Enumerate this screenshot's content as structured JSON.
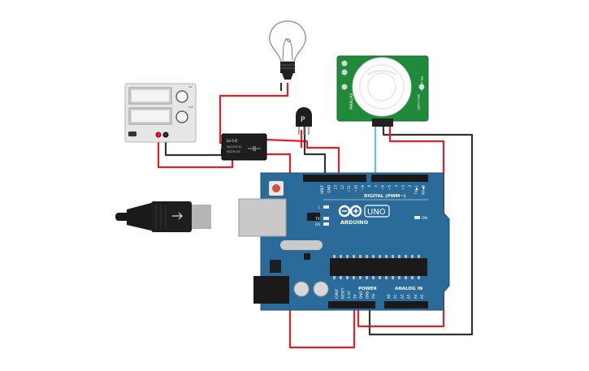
{
  "relay": {
    "model": "LU-5-R",
    "spec1": "5A/125V AC",
    "spec2": "5A/24V DC"
  },
  "transistor": {
    "label": "P"
  },
  "pir": {
    "name": "PIR Sensor",
    "part": "SEN-13285",
    "brand": "PARALLAX"
  },
  "arduino": {
    "brand": "ARDUINO",
    "model": "UNO",
    "digital_label": "DIGITAL (PWM~)",
    "power_label": "POWER",
    "analog_label": "ANALOG IN",
    "on_label": "ON",
    "led_labels": [
      "L",
      "TX",
      "RX"
    ],
    "top_pins": [
      "AREF",
      "GND",
      "13",
      "12",
      "~11",
      "~10",
      "~9",
      "8",
      "7",
      "~6",
      "~5",
      "4",
      "~3",
      "2",
      "TX▶1",
      "RX◀0"
    ],
    "power_pins": [
      "IOREF",
      "RESET",
      "3.3V",
      "5V",
      "GND",
      "GND",
      "Vin"
    ],
    "analog_pins": [
      "A0",
      "A1",
      "A2",
      "A3",
      "A4",
      "A5"
    ]
  },
  "power_supply": {
    "labels": [
      "1V",
      "mA"
    ]
  },
  "colors": {
    "wire_red": "#e0202a",
    "wire_black": "#333333",
    "board": "#2b6b99",
    "pir_board": "#1f8a3a"
  }
}
